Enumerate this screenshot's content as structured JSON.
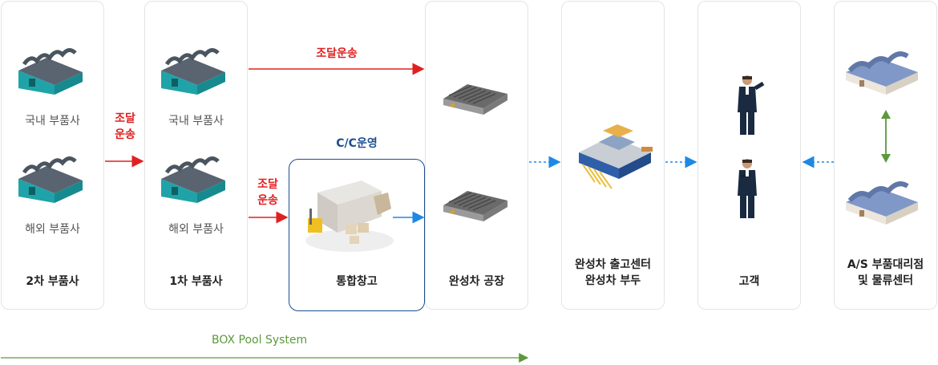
{
  "stages": {
    "tier2": {
      "top": "국내 부품사",
      "bottom": "해외 부품사",
      "title": "2차 부품사"
    },
    "tier1": {
      "top": "국내 부품사",
      "bottom": "해외 부품사",
      "title": "1차 부품사"
    },
    "warehouse": {
      "header": "C/C운영",
      "title": "통합창고"
    },
    "factory": {
      "title": "완성차 공장"
    },
    "center": {
      "title_line1": "완성차 출고센터",
      "title_line2": "완성차 부두"
    },
    "customer": {
      "title": "고객"
    },
    "as": {
      "title_line1": "A/S 부품대리점",
      "title_line2": "및 물류센터"
    }
  },
  "transport": {
    "label_a_line1": "조달",
    "label_a_line2": "운송",
    "label_top": "조달운송",
    "label_b_line1": "조달",
    "label_b_line2": "운송"
  },
  "footer": {
    "system_label": "BOX Pool System"
  },
  "colors": {
    "red": "#e02020",
    "blue": "#1e88e5",
    "green": "#5a9a3a",
    "navy": "#1d4e8f"
  }
}
